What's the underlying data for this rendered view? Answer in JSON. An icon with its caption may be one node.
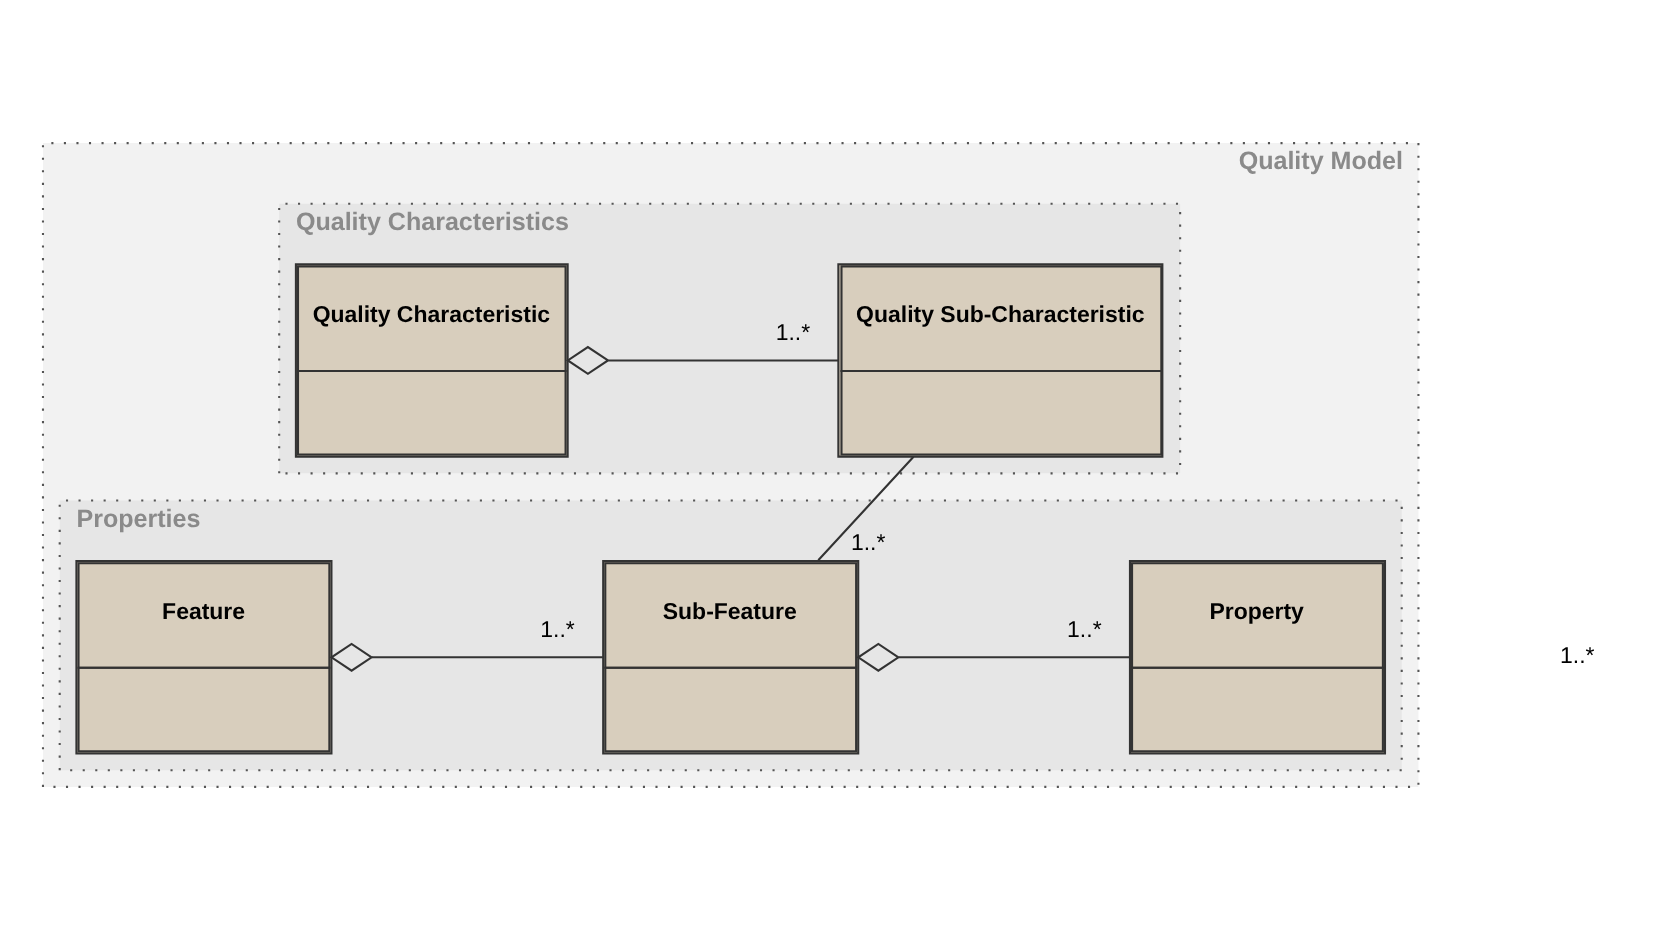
{
  "diagram": {
    "nodes": [
      {
        "text": [
          "Quality Model"
        ]
      },
      {
        "text": [
          "Quality Characteristics"
        ],
        "in": 0
      },
      {
        "text": [
          "Quality Characteristic"
        ],
        "in": 1
      },
      {
        "text": [
          "Quality Sub-Characteristic"
        ],
        "in": 1
      },
      {
        "text": [
          "Properties"
        ],
        "in": 0
      },
      {
        "text": [
          "Feature"
        ],
        "in": 4
      },
      {
        "text": [
          "Sub-Feature"
        ],
        "in": 4
      },
      {
        "text": [
          "Property"
        ],
        "in": 4
      }
    ],
    "edges": [
      {
        "from": 2,
        "to": 3,
        "arrow": "other",
        "label": "1..*"
      },
      {
        "from": 3,
        "to": 6,
        "arrow": "none",
        "label": "1..*"
      },
      {
        "from": 5,
        "to": 6,
        "arrow": "other",
        "label": "1..*"
      },
      {
        "from": 6,
        "to": 7,
        "arrow": "other",
        "label": "1..*"
      }
    ],
    "labels": [
      "1..*"
    ]
  }
}
